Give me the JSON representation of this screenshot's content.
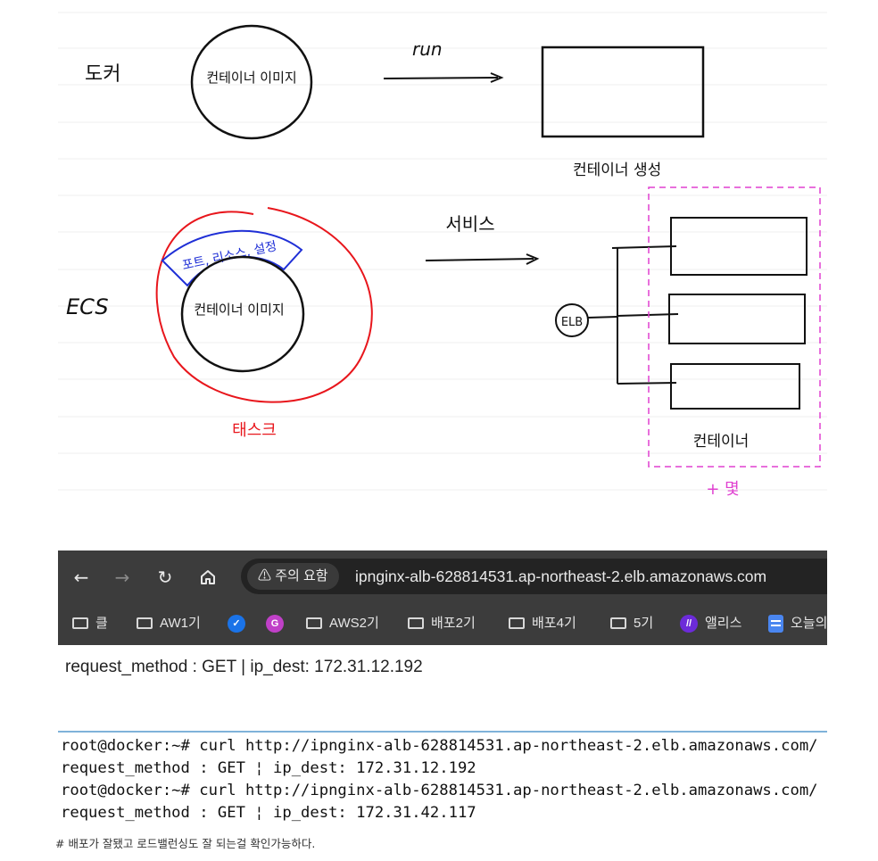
{
  "diagram": {
    "docker_label": "도커",
    "container_image_label": "컨테이너 이미지",
    "run_label": "run",
    "container_create_label": "컨테이너 생성",
    "ecs_label": "ECS",
    "task_arc_label": "포트, 리소스, 설정",
    "service_label": "서비스",
    "elb_label": "ELB",
    "containers_label": "컨테이너",
    "count_label": "+ 몇",
    "task_label": "태스크",
    "colors": {
      "task_ring": "#e8161c",
      "task_arc": "#1f2fd6",
      "containers_box": "#e040d0",
      "ink": "#111111"
    }
  },
  "browser": {
    "back_icon": "arrow-left-icon",
    "forward_icon": "arrow-right-icon",
    "reload_icon": "reload-icon",
    "home_icon": "home-icon",
    "warning_label": "주의 요함",
    "url": "ipnginx-alb-628814531.ap-northeast-2.elb.amazonaws.com",
    "bookmarks": [
      {
        "label": "클",
        "icon": "folder-icon"
      },
      {
        "label": "AW1기",
        "icon": "folder-icon"
      },
      {
        "label": "",
        "icon": "app-icon"
      },
      {
        "label": "",
        "icon": "g-badge-icon"
      },
      {
        "label": "AWS2기",
        "icon": "folder-icon"
      },
      {
        "label": "배포2기",
        "icon": "folder-icon"
      },
      {
        "label": "배포4기",
        "icon": "folder-icon"
      },
      {
        "label": "5기",
        "icon": "folder-icon"
      },
      {
        "label": "앨리스",
        "icon": "elice-icon"
      },
      {
        "label": "오늘의",
        "icon": "docs-icon"
      }
    ]
  },
  "page_result": "request_method : GET | ip_dest: 172.31.12.192",
  "terminal": {
    "lines": [
      "root@docker:~# curl http://ipnginx-alb-628814531.ap-northeast-2.elb.amazonaws.com/",
      "request_method : GET ¦ ip_dest: 172.31.12.192",
      "root@docker:~# curl http://ipnginx-alb-628814531.ap-northeast-2.elb.amazonaws.com/",
      "request_method : GET ¦ ip_dest: 172.31.42.117"
    ]
  },
  "caption": "# 배포가 잘됐고 로드밸런싱도 잘 되는걸 확인가능하다."
}
